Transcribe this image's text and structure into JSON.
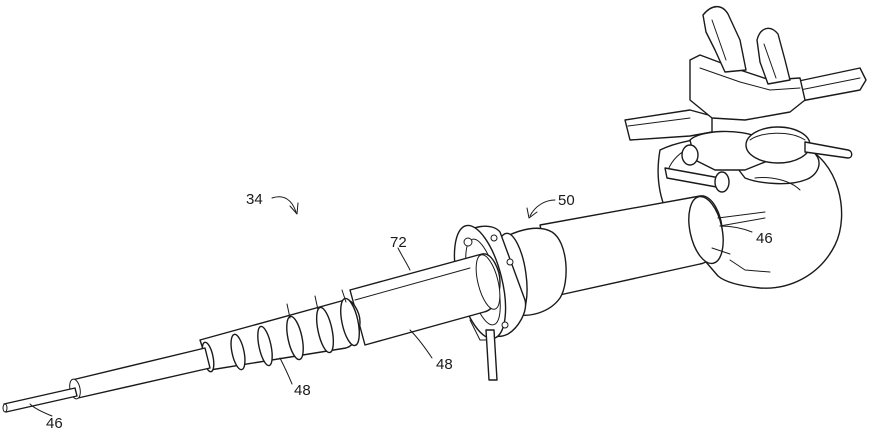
{
  "figure": {
    "labels": {
      "assembly": "34",
      "outer_sleeve_top": "72",
      "shaft_lower": "48",
      "dilators": "48",
      "wire_left": "46",
      "wire_right": "46",
      "ring_assembly": "50"
    }
  }
}
